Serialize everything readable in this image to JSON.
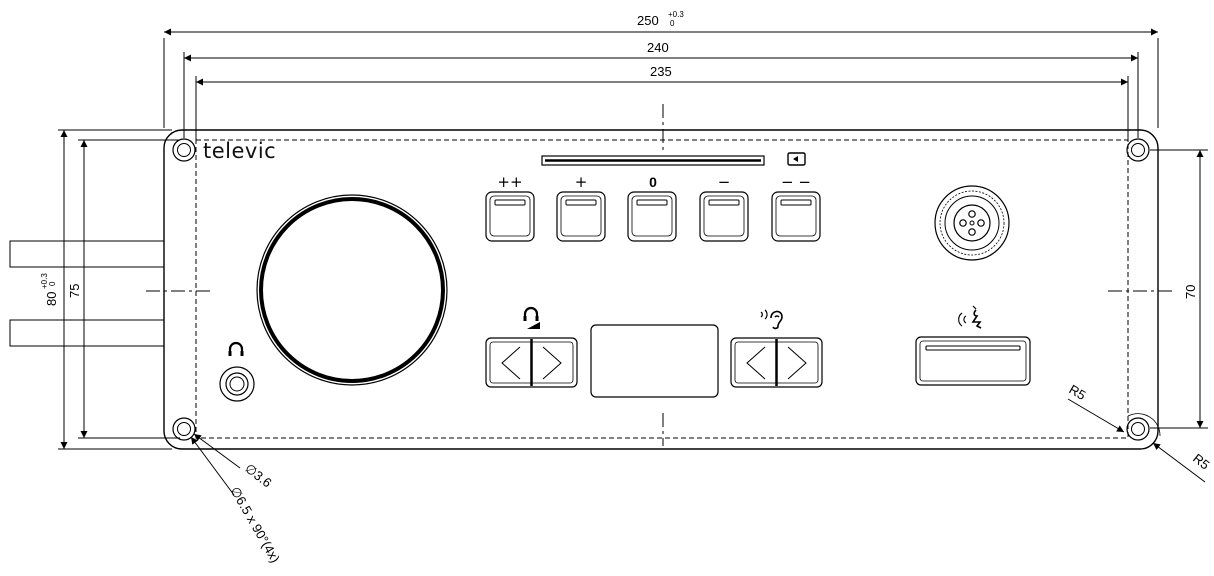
{
  "dimensions": {
    "overall_width": {
      "value": "250",
      "tol_plus": "+0.3",
      "tol_minus": "0"
    },
    "hole_spacing": "240",
    "cutout_width": "235",
    "overall_height": {
      "value": "80",
      "tol_plus": "+0.3",
      "tol_minus": "0"
    },
    "inner_height": "75",
    "hole_spacing_vertical": "70",
    "corner_radius_left": "R5",
    "corner_radius_right": "R5",
    "hole_diameter": "∅3.6",
    "countersink": "∅6.5 x 90°(4x)"
  },
  "panel": {
    "brand": "televic",
    "buttons": [
      {
        "label": "++"
      },
      {
        "label": "+"
      },
      {
        "label": "0"
      },
      {
        "label": "−"
      },
      {
        "label": "− −"
      }
    ]
  },
  "icons": {
    "headphone": "headphone-icon",
    "hearing": "hearing-icon",
    "speaker": "speaker-request-icon",
    "display_indicator": "left-arrow-icon"
  }
}
